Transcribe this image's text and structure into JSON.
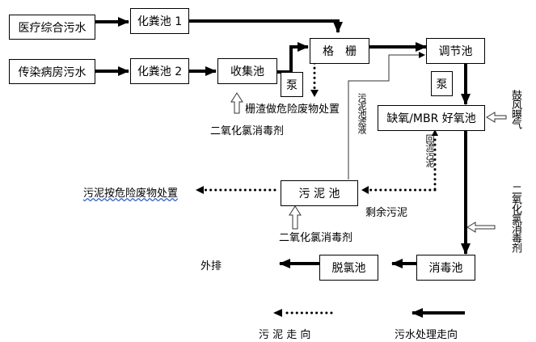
{
  "nodes": {
    "medical_wastewater": "医疗综合污水",
    "infectious_wastewater": "传染病房污水",
    "septic_tank_1": "化粪池 1",
    "septic_tank_2": "化粪池 2",
    "collection_tank": "收集池",
    "pump_1": "泵",
    "screen": "格　栅",
    "regulating_tank": "调节池",
    "pump_2": "泵",
    "anoxic_mbr_tank": "缺氧/MBR 好氧池",
    "sludge_tank": "污 泥 池",
    "disinfection_tank": "消毒池",
    "dechlorination_tank": "脱氯池"
  },
  "labels": {
    "screen_residue": "栅渣做危险废物处置",
    "chlorine_dioxide_1": "二氧化氯消毒剂",
    "sludge_filtrate": "污泥池滤液",
    "blower_aeration": "鼓风曝气",
    "return_sludge": "回流污泥",
    "sludge_disposal": "污泥按危险废物处置",
    "excess_sludge": "剩余污泥",
    "chlorine_dioxide_2": "二氧化氯消毒剂",
    "chlorine_dioxide_3": "二氧化氯消毒剂",
    "discharge": "外排"
  },
  "legend": {
    "sludge_flow": "污 泥 走 向",
    "wastewater_flow": "污水处理走向"
  }
}
